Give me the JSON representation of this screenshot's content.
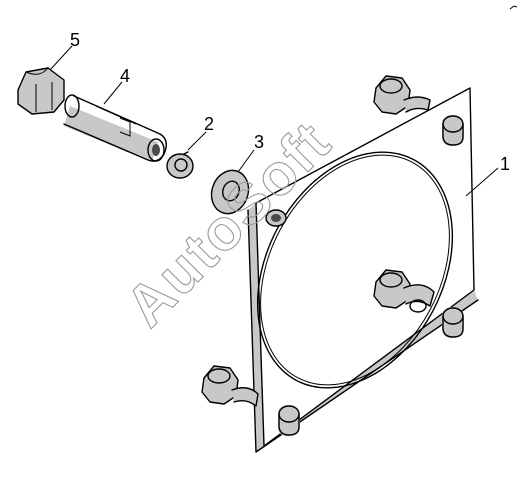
{
  "diagram": {
    "callouts": [
      {
        "id": "1",
        "text": "1"
      },
      {
        "id": "2",
        "text": "2"
      },
      {
        "id": "3",
        "text": "3"
      },
      {
        "id": "4",
        "text": "4"
      },
      {
        "id": "5",
        "text": "5"
      }
    ],
    "watermark": "AutoSoft"
  },
  "colors": {
    "line": "#000000",
    "shade": "#c8c8c8",
    "watermark": "#9a9a9a"
  }
}
